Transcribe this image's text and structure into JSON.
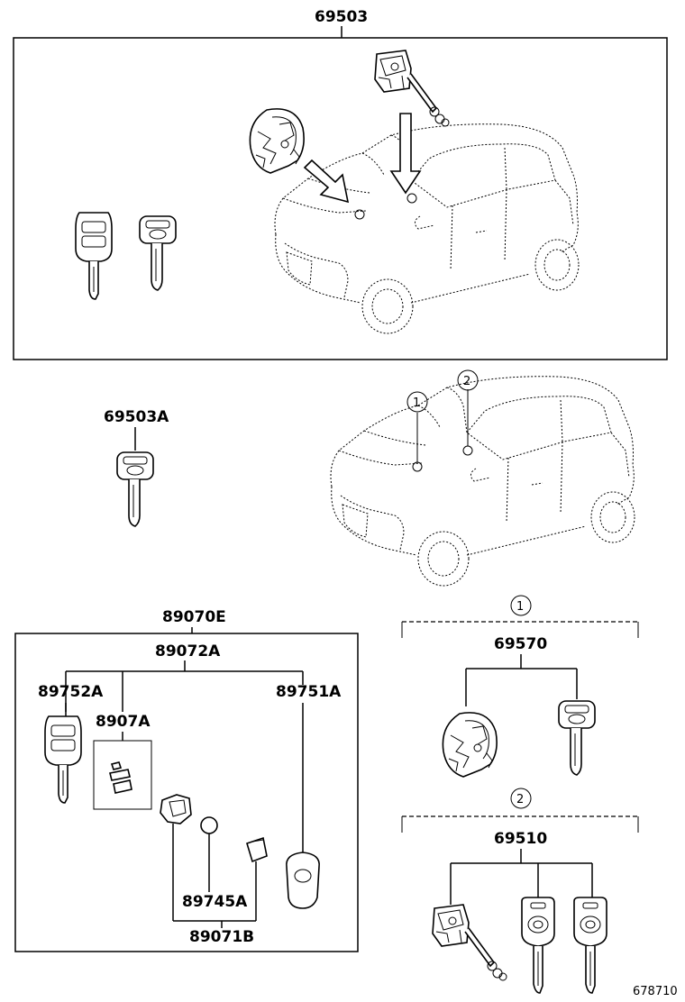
{
  "labels": {
    "assy_main": "69503",
    "key_blank": "69503A",
    "transmitter_set": "89070E",
    "transmitter_sub": "89072A",
    "housing_left": "89752A",
    "transmitter_board": "8907A",
    "housing_right": "89751A",
    "battery": "89745A",
    "transmitter_case": "89071B",
    "cylinder_set_1": "69570",
    "cylinder_set_2": "69510",
    "callout_1": "1",
    "callout_2": "2",
    "drawing_number": "678710"
  }
}
